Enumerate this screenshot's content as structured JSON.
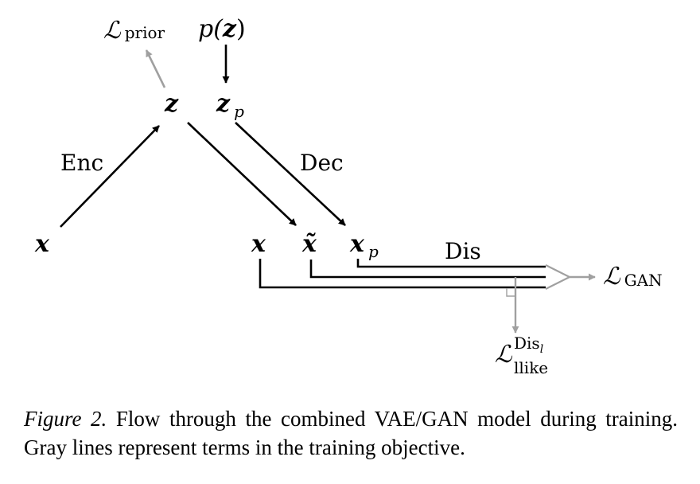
{
  "diagram": {
    "nodes": {
      "l_prior_script": "ℒ",
      "l_prior_sub": "prior",
      "p_z_prefix": "p(",
      "p_z_var": "z",
      "p_z_suffix": ")",
      "z": "z",
      "z_p_main": "z",
      "z_p_sub": "p",
      "x_input": "x",
      "x_real": "x",
      "x_tilde": "x̃",
      "x_p_main": "x",
      "x_p_sub": "p",
      "l_gan_script": "ℒ",
      "l_gan_sub": "GAN",
      "l_llike_script": "ℒ",
      "l_llike_sup_main": "Dis",
      "l_llike_sup_sub": "l",
      "l_llike_sub": "llike"
    },
    "labels": {
      "enc": "Enc",
      "dec": "Dec",
      "dis": "Dis"
    },
    "colors": {
      "main_lines": "#000000",
      "objective_lines": "#a0a0a0"
    }
  },
  "caption": {
    "label": "Figure 2.",
    "text": " Flow through the combined VAE/GAN model during training. Gray lines represent terms in the training objective."
  }
}
